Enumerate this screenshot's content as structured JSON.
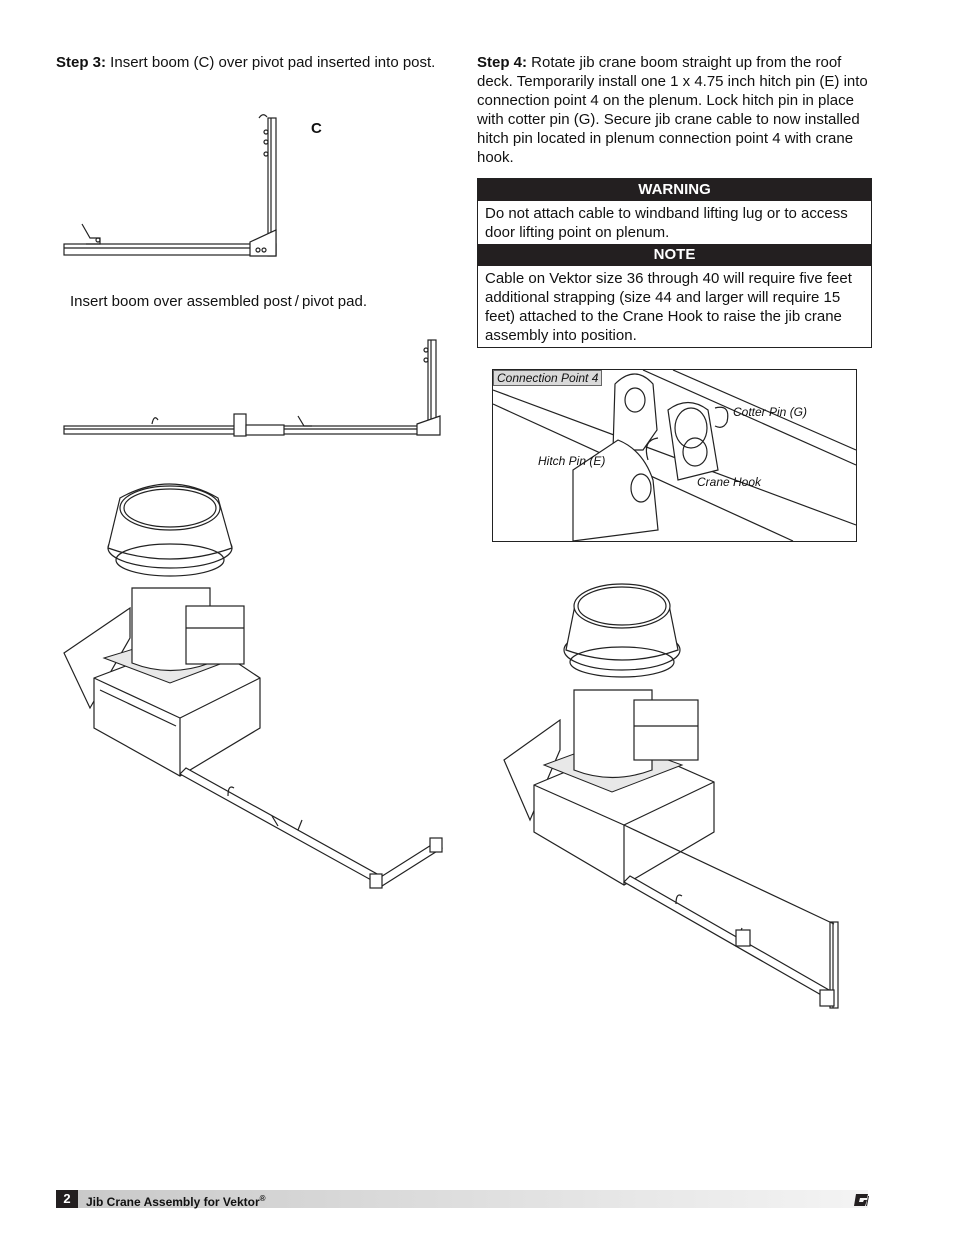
{
  "step3": {
    "label": "Step 3:",
    "text": " Insert boom (C) over pivot pad inserted into post."
  },
  "fig_c_label": "C",
  "caption2": "Insert boom over assembled post / pivot pad.",
  "step4": {
    "label": "Step 4:",
    "text": " Rotate jib crane boom straight up from the roof deck. Temporarily install one 1 x 4.75 inch hitch pin (E) into connection point 4 on the plenum. Lock hitch pin in place with cotter pin (G). Secure jib crane cable to now installed hitch pin located in plenum connection point 4 with crane hook."
  },
  "warning": {
    "title": "WARNING",
    "text": "Do not attach cable to windband lifting lug or to access door lifting point on plenum."
  },
  "note": {
    "title": "NOTE",
    "text": "Cable on Vektor size 36 through 40 will require five feet additional strapping (size 44 and larger will require 15 feet) attached to the Crane Hook to raise the jib crane assembly into position."
  },
  "detail": {
    "tag": "Connection Point 4",
    "cotter_pin": "Cotter Pin (G)",
    "hitch_pin": "Hitch Pin (E)",
    "crane_hook": "Crane Hook"
  },
  "footer": {
    "page_number": "2",
    "title": "Jib Crane Assembly for Vektor",
    "title_mark": "®",
    "logo_icon": "greenheck-logo-icon"
  }
}
